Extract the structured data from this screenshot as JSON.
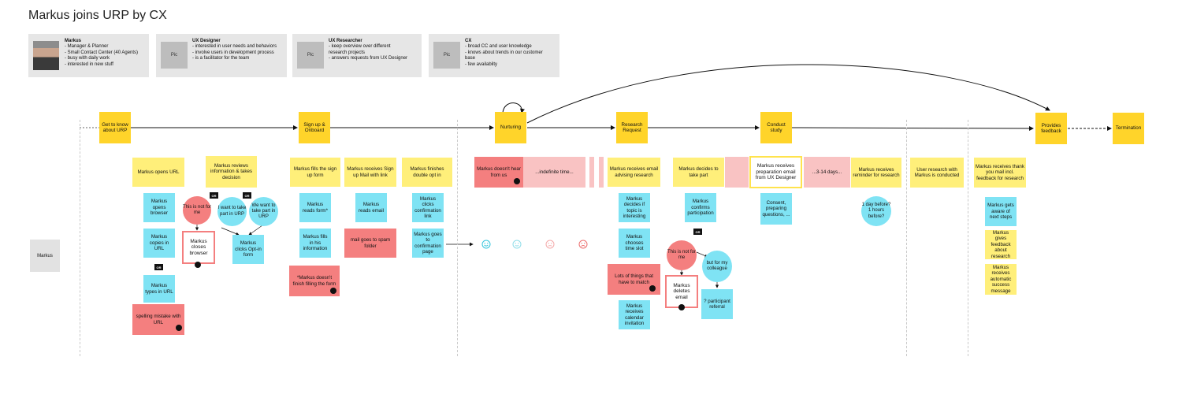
{
  "title": "Markus joins URP by CX",
  "personas": [
    {
      "name": "Markus",
      "pic": "",
      "lines": "- Manager  & Planner\n- Small Contact Center (40 Agents)\n- busy with daily work\n- interested in new stuff"
    },
    {
      "name": "UX Designer",
      "pic": "Pic",
      "lines": "- interested in user needs and behaviors\n- involve users in development process\n- is a facilitator for the team"
    },
    {
      "name": "UX Researcher",
      "pic": "Pic",
      "lines": "- keep overview over different\nresearch projects\n- answers requests from UX  Designer"
    },
    {
      "name": "CX",
      "pic": "Pic",
      "lines": "- broad CC  and user knowledge\n- knows about trends in our customer\nbase\n- few availabilty"
    }
  ],
  "actor": "Markus",
  "stages": {
    "s1": "Get to know about URP",
    "s2": "Sign up & Onboard",
    "s3": "Nurturing",
    "s4": "Research Request",
    "s5": "Conduct study",
    "s6": "Provides feedback",
    "s7": "Termination"
  },
  "or": "OR",
  "notes": {
    "opens_url": "Markus opens URL",
    "reviews_info": "Markus reviews information & takes decision",
    "opens_browser": "Markus opens browser",
    "copies_url": "Markus copies in URL",
    "types_url": "Markus types in URL",
    "spelling_mistake": "spelling mistake with URL",
    "not_for_me_1": "This is not for me",
    "closes_browser": "Markus closes browser",
    "want_take_part": "I want to take part in URP",
    "we_want_take_part": "We want to take part in URP",
    "clicks_optin": "Markus clicks Opt-in form",
    "fills_signup": "Markus fills the sign up form",
    "reads_form": "Markus reads form*",
    "fills_info": "Markus fills in his information",
    "doesnt_finish": "*Markus doesn't finish filling the form",
    "receives_signup": "Markus receives Sign up Mail with link",
    "reads_email": "Markus reads email",
    "spam_folder": "mail goes to spam folder",
    "finishes_optin": "Markus finishes double opt in",
    "clicks_link": "Markus clicks confirmation link",
    "goes_confirm": "Markus goes to confirmation page",
    "doesnt_hear": "Markus doesn't hear from us",
    "indefinite": "...indefinite time...",
    "receives_advising": "Markus receives email advising research",
    "decides_topic": "Markus decides if topic is interesting",
    "chooses_slot": "Markus chooses time slot",
    "lots_match": "Lots of things that have to match",
    "calendar_inv": "Markus receives calendar invitation",
    "decides_part": "Markus decides to take part",
    "confirms_part": "Markus confirms participation",
    "not_for_me_2": "This is not for me",
    "deletes_email": "Markus deletes email",
    "colleague": "but for my colleague",
    "referral": "? participant referral",
    "prep_email": "Markus receives preparation email from UX Designer",
    "consent": "Consent, preparing questions, ...",
    "days": "...3-14 days...",
    "reminder": "Markus receives reminder for research",
    "day_before": "1 day before? 1 hours before?",
    "conducted": "User research with Markus is conducted",
    "thank_you": "Markus receives thank you mail incl. feedback for research",
    "next_steps": "Markus gets aware of next steps",
    "gives_feedback": "Markus gives feedback about research",
    "auto_msg": "Markus receives automatic success message"
  },
  "colors": {
    "stage": "#ffd42a",
    "yellow_note": "#ffe34d",
    "cyan_note": "#7fe3f4",
    "red_note": "#f47f7f",
    "pink_note": "#f9c3c3",
    "persona_bg": "#e6e6e6"
  },
  "icons": [
    "person-photo",
    "or-speech-bubble-icon",
    "bomb-icon",
    "smiley-icon",
    "neutral-face-icon",
    "frown-icon",
    "sad-icon"
  ]
}
